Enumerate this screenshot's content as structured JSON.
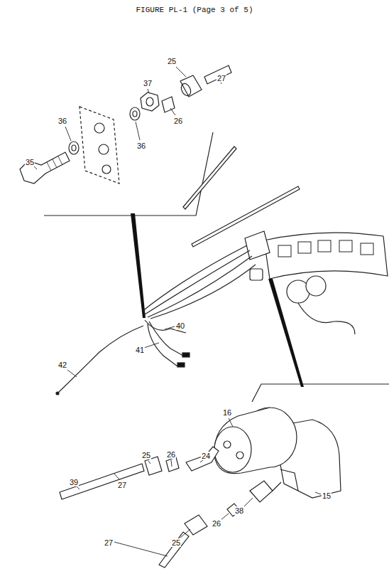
{
  "diagram": {
    "title": "FIGURE PL-1 (Page 3 of 5)",
    "labels": [
      "25",
      "27",
      "37",
      "36",
      "26",
      "36",
      "35",
      "40",
      "41",
      "42",
      "16",
      "25",
      "26",
      "24",
      "39",
      "27",
      "15",
      "38",
      "26",
      "25",
      "27"
    ]
  }
}
